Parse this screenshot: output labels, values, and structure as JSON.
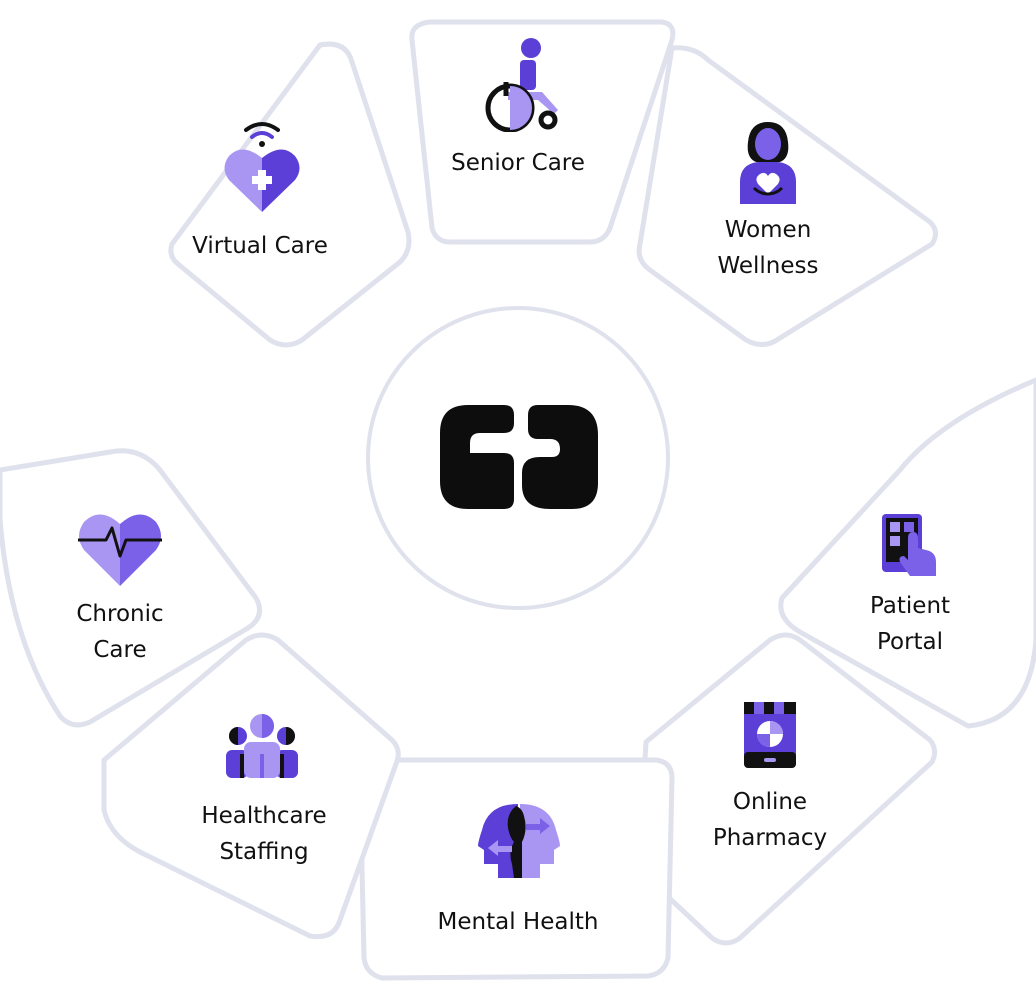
{
  "colors": {
    "purple_dark": "#5b3fd6",
    "purple_mid": "#7b61e8",
    "purple_light": "#a996f3",
    "black": "#111111",
    "petal_fill": "#ffffff",
    "petal_outline": "#dfe1ec"
  },
  "center": {
    "logo": "ea-logo"
  },
  "segments": [
    {
      "id": "virtual-care",
      "icon": "heart-wifi-icon",
      "label": "Virtual Care",
      "lines": [
        "Virtual Care"
      ]
    },
    {
      "id": "senior-care",
      "icon": "wheelchair-icon",
      "label": "Senior Care",
      "lines": [
        "Senior Care"
      ]
    },
    {
      "id": "women-wellness",
      "icon": "woman-heart-icon",
      "label": "Women Wellness",
      "lines": [
        "Women",
        "Wellness"
      ]
    },
    {
      "id": "patient-portal",
      "icon": "mobile-touch-icon",
      "label": "Patient Portal",
      "lines": [
        "Patient",
        "Portal"
      ]
    },
    {
      "id": "online-pharmacy",
      "icon": "mobile-pharmacy-icon",
      "label": "Online Pharmacy",
      "lines": [
        "Online",
        "Pharmacy"
      ]
    },
    {
      "id": "mental-health",
      "icon": "heads-exchange-icon",
      "label": "Mental Health",
      "lines": [
        "Mental Health"
      ]
    },
    {
      "id": "healthcare-staffing",
      "icon": "team-people-icon",
      "label": "Healthcare Staffing",
      "lines": [
        "Healthcare",
        "Staffing"
      ]
    },
    {
      "id": "chronic-care",
      "icon": "heart-pulse-icon",
      "label": "Chronic Care",
      "lines": [
        "Chronic",
        "Care"
      ]
    }
  ]
}
